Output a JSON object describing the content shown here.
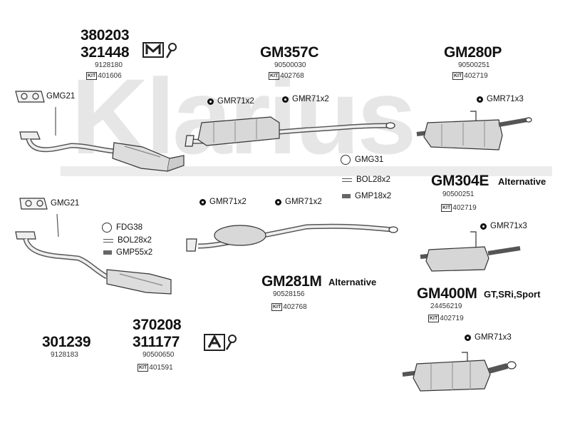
{
  "watermark": "Klarius",
  "icons": {
    "m_symbol": "mechanic-m-icon",
    "a_symbol": "alternative-a-icon"
  },
  "sets": {
    "set1": {
      "code_a": "380203",
      "code_b": "321448",
      "number": "9128180",
      "kit": "401606"
    },
    "set2": {
      "code_a": "370208",
      "code_b": "311177",
      "number": "90500650",
      "kit": "401591"
    },
    "set3": {
      "code": "301239",
      "number": "9128183"
    }
  },
  "parts": {
    "gm357c": {
      "code": "GM357C",
      "number": "90500030",
      "kit": "402768"
    },
    "gm280p": {
      "code": "GM280P",
      "number": "90500251",
      "kit": "402719"
    },
    "gm304e": {
      "code": "GM304E",
      "note": "Alternative",
      "number": "90500251",
      "kit": "402719"
    },
    "gm281m": {
      "code": "GM281M",
      "note": "Alternative",
      "number": "90528156",
      "kit": "402768"
    },
    "gm400m": {
      "code": "GM400M",
      "note": "GT,SRi,Sport",
      "number": "24456219",
      "kit": "402719"
    }
  },
  "kit_prefix": "KIT",
  "labels": {
    "gmg21_top": "GMG21",
    "gmg21_mid": "GMG21",
    "gmr_a": "GMR71x2",
    "gmr_b": "GMR71x2",
    "gmr_c": "GMR71x3",
    "gmg31": "GMG31",
    "bol_top": "BOL28x2",
    "gmp18": "GMP18x2",
    "gmr_d": "GMR71x2",
    "gmr_e": "GMR71x2",
    "gmr_f": "GMR71x3",
    "fdg38": "FDG38",
    "bol_mid": "BOL28x2",
    "gmp55": "GMP55x2",
    "gmr_g": "GMR71x3"
  }
}
